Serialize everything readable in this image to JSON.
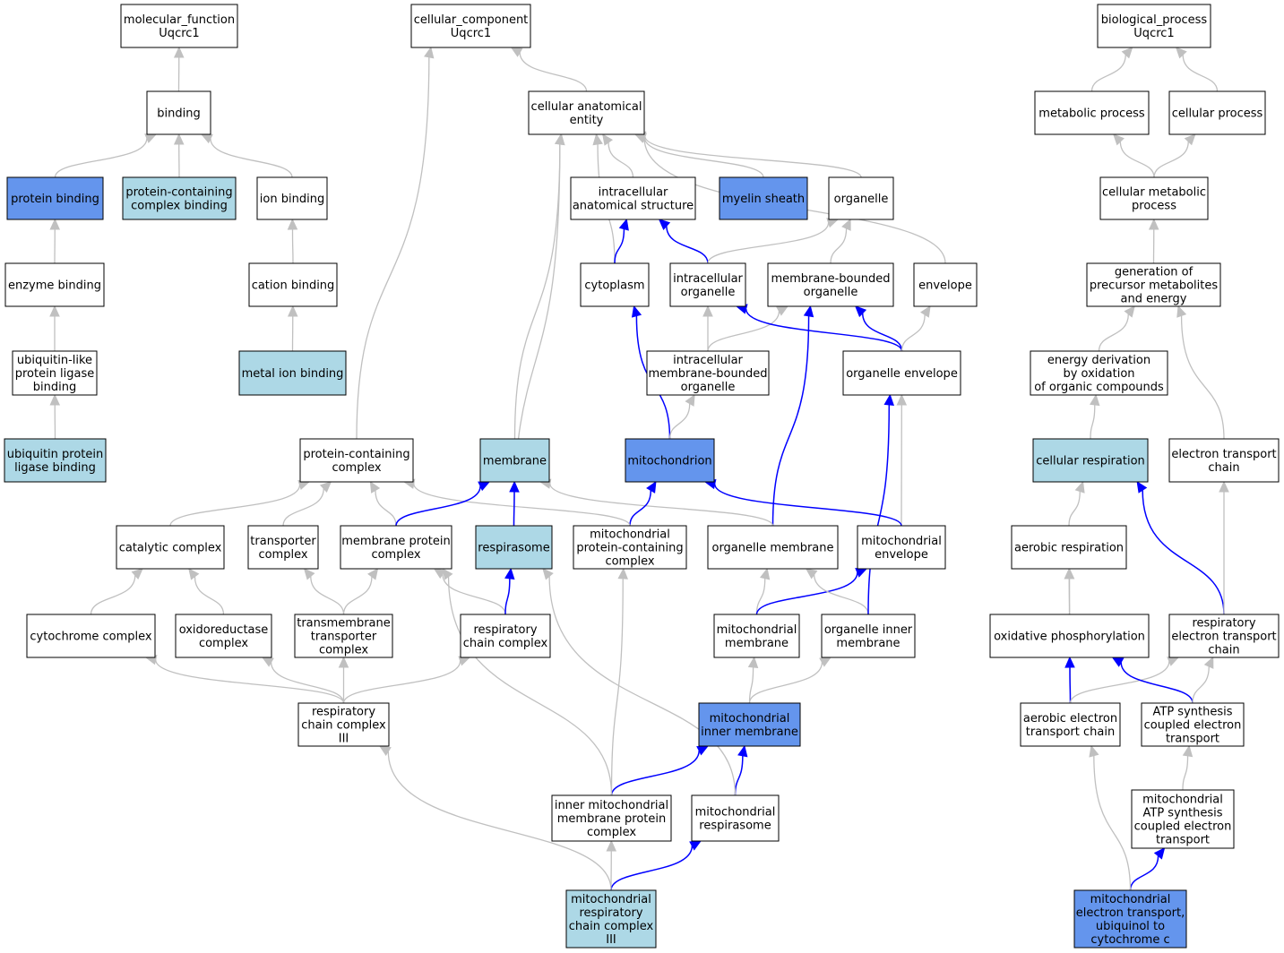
{
  "colors": {
    "plain": "#ffffff",
    "light": "#add8e6",
    "dark": "#6495ed",
    "edge_gray": "#c0c0c0",
    "edge_blue": "#0000ff"
  },
  "nodes": [
    {
      "id": "molecular_function",
      "lines": [
        "molecular_function",
        "Uqcrc1"
      ],
      "fill": "plain"
    },
    {
      "id": "binding",
      "lines": [
        "binding"
      ],
      "fill": "plain"
    },
    {
      "id": "protein_binding",
      "lines": [
        "protein binding"
      ],
      "fill": "dark"
    },
    {
      "id": "protein_containing_complex_binding",
      "lines": [
        "protein-containing",
        "complex binding"
      ],
      "fill": "light"
    },
    {
      "id": "ion_binding",
      "lines": [
        "ion binding"
      ],
      "fill": "plain"
    },
    {
      "id": "enzyme_binding",
      "lines": [
        "enzyme binding"
      ],
      "fill": "plain"
    },
    {
      "id": "cation_binding",
      "lines": [
        "cation binding"
      ],
      "fill": "plain"
    },
    {
      "id": "ubiquitin_like_protein_ligase_binding",
      "lines": [
        "ubiquitin-like",
        "protein ligase",
        "binding"
      ],
      "fill": "plain"
    },
    {
      "id": "metal_ion_binding",
      "lines": [
        "metal ion binding"
      ],
      "fill": "light"
    },
    {
      "id": "ubiquitin_protein_ligase_binding",
      "lines": [
        "ubiquitin protein",
        "ligase binding"
      ],
      "fill": "light"
    },
    {
      "id": "cellular_component",
      "lines": [
        "cellular_component",
        "Uqcrc1"
      ],
      "fill": "plain"
    },
    {
      "id": "cellular_anatomical_entity",
      "lines": [
        "cellular anatomical",
        "entity"
      ],
      "fill": "plain"
    },
    {
      "id": "intracellular_anatomical_structure",
      "lines": [
        "intracellular",
        "anatomical structure"
      ],
      "fill": "plain"
    },
    {
      "id": "myelin_sheath",
      "lines": [
        "myelin sheath"
      ],
      "fill": "dark"
    },
    {
      "id": "organelle",
      "lines": [
        "organelle"
      ],
      "fill": "plain"
    },
    {
      "id": "cytoplasm",
      "lines": [
        "cytoplasm"
      ],
      "fill": "plain"
    },
    {
      "id": "intracellular_organelle",
      "lines": [
        "intracellular",
        "organelle"
      ],
      "fill": "plain"
    },
    {
      "id": "membrane_bounded_organelle",
      "lines": [
        "membrane-bounded",
        "organelle"
      ],
      "fill": "plain"
    },
    {
      "id": "envelope",
      "lines": [
        "envelope"
      ],
      "fill": "plain"
    },
    {
      "id": "intracellular_membrane_bounded_organelle",
      "lines": [
        "intracellular",
        "membrane-bounded",
        "organelle"
      ],
      "fill": "plain"
    },
    {
      "id": "organelle_envelope",
      "lines": [
        "organelle envelope"
      ],
      "fill": "plain"
    },
    {
      "id": "protein_containing_complex",
      "lines": [
        "protein-containing",
        "complex"
      ],
      "fill": "plain"
    },
    {
      "id": "membrane",
      "lines": [
        "membrane"
      ],
      "fill": "light"
    },
    {
      "id": "mitochondrion",
      "lines": [
        "mitochondrion"
      ],
      "fill": "dark"
    },
    {
      "id": "catalytic_complex",
      "lines": [
        "catalytic complex"
      ],
      "fill": "plain"
    },
    {
      "id": "transporter_complex",
      "lines": [
        "transporter",
        "complex"
      ],
      "fill": "plain"
    },
    {
      "id": "membrane_protein_complex",
      "lines": [
        "membrane protein",
        "complex"
      ],
      "fill": "plain"
    },
    {
      "id": "respirasome",
      "lines": [
        "respirasome"
      ],
      "fill": "light"
    },
    {
      "id": "mitochondrial_protein_containing_complex",
      "lines": [
        "mitochondrial",
        "protein-containing",
        "complex"
      ],
      "fill": "plain"
    },
    {
      "id": "organelle_membrane",
      "lines": [
        "organelle membrane"
      ],
      "fill": "plain"
    },
    {
      "id": "mitochondrial_envelope",
      "lines": [
        "mitochondrial",
        "envelope"
      ],
      "fill": "plain"
    },
    {
      "id": "cytochrome_complex",
      "lines": [
        "cytochrome complex"
      ],
      "fill": "plain"
    },
    {
      "id": "oxidoreductase_complex",
      "lines": [
        "oxidoreductase",
        "complex"
      ],
      "fill": "plain"
    },
    {
      "id": "transmembrane_transporter_complex",
      "lines": [
        "transmembrane",
        "transporter",
        "complex"
      ],
      "fill": "plain"
    },
    {
      "id": "respiratory_chain_complex",
      "lines": [
        "respiratory",
        "chain complex"
      ],
      "fill": "plain"
    },
    {
      "id": "mitochondrial_membrane",
      "lines": [
        "mitochondrial",
        "membrane"
      ],
      "fill": "plain"
    },
    {
      "id": "organelle_inner_membrane",
      "lines": [
        "organelle inner",
        "membrane"
      ],
      "fill": "plain"
    },
    {
      "id": "respiratory_chain_complex_iii",
      "lines": [
        "respiratory",
        "chain complex",
        "III"
      ],
      "fill": "plain"
    },
    {
      "id": "mitochondrial_inner_membrane",
      "lines": [
        "mitochondrial",
        "inner membrane"
      ],
      "fill": "dark"
    },
    {
      "id": "inner_mitochondrial_membrane_protein_complex",
      "lines": [
        "inner mitochondrial",
        "membrane protein",
        "complex"
      ],
      "fill": "plain"
    },
    {
      "id": "mitochondrial_respirasome",
      "lines": [
        "mitochondrial",
        "respirasome"
      ],
      "fill": "plain"
    },
    {
      "id": "mitochondrial_respiratory_chain_complex_iii",
      "lines": [
        "mitochondrial",
        "respiratory",
        "chain complex",
        "III"
      ],
      "fill": "light"
    },
    {
      "id": "biological_process",
      "lines": [
        "biological_process",
        "Uqcrc1"
      ],
      "fill": "plain"
    },
    {
      "id": "metabolic_process",
      "lines": [
        "metabolic process"
      ],
      "fill": "plain"
    },
    {
      "id": "cellular_process",
      "lines": [
        "cellular process"
      ],
      "fill": "plain"
    },
    {
      "id": "cellular_metabolic_process",
      "lines": [
        "cellular metabolic",
        "process"
      ],
      "fill": "plain"
    },
    {
      "id": "generation_of_precursor_metabolites_and_energy",
      "lines": [
        "generation of",
        "precursor metabolites",
        "and energy"
      ],
      "fill": "plain"
    },
    {
      "id": "energy_derivation_by_oxidation",
      "lines": [
        "energy derivation",
        "by oxidation",
        "of organic compounds"
      ],
      "fill": "plain"
    },
    {
      "id": "cellular_respiration",
      "lines": [
        "cellular respiration"
      ],
      "fill": "light"
    },
    {
      "id": "electron_transport_chain",
      "lines": [
        "electron transport",
        "chain"
      ],
      "fill": "plain"
    },
    {
      "id": "aerobic_respiration",
      "lines": [
        "aerobic respiration"
      ],
      "fill": "plain"
    },
    {
      "id": "oxidative_phosphorylation",
      "lines": [
        "oxidative phosphorylation"
      ],
      "fill": "plain"
    },
    {
      "id": "respiratory_electron_transport_chain",
      "lines": [
        "respiratory",
        "electron transport",
        "chain"
      ],
      "fill": "plain"
    },
    {
      "id": "aerobic_electron_transport_chain",
      "lines": [
        "aerobic electron",
        "transport chain"
      ],
      "fill": "plain"
    },
    {
      "id": "atp_synthesis_coupled_electron_transport",
      "lines": [
        "ATP synthesis",
        "coupled electron",
        "transport"
      ],
      "fill": "plain"
    },
    {
      "id": "mitochondrial_atp_synthesis_coupled_electron_transport",
      "lines": [
        "mitochondrial",
        "ATP synthesis",
        "coupled electron",
        "transport"
      ],
      "fill": "plain"
    },
    {
      "id": "mitochondrial_electron_transport_ubiquinol_to_cytochrome_c",
      "lines": [
        "mitochondrial",
        "electron transport,",
        "ubiquinol to",
        "cytochrome c"
      ],
      "fill": "dark"
    }
  ],
  "edges": [
    [
      "binding",
      "molecular_function",
      "gray"
    ],
    [
      "protein_binding",
      "binding",
      "gray"
    ],
    [
      "protein_containing_complex_binding",
      "binding",
      "gray"
    ],
    [
      "ion_binding",
      "binding",
      "gray"
    ],
    [
      "enzyme_binding",
      "protein_binding",
      "gray"
    ],
    [
      "cation_binding",
      "ion_binding",
      "gray"
    ],
    [
      "ubiquitin_like_protein_ligase_binding",
      "enzyme_binding",
      "gray"
    ],
    [
      "metal_ion_binding",
      "cation_binding",
      "gray"
    ],
    [
      "ubiquitin_protein_ligase_binding",
      "ubiquitin_like_protein_ligase_binding",
      "gray"
    ],
    [
      "cellular_anatomical_entity",
      "cellular_component",
      "gray"
    ],
    [
      "protein_containing_complex",
      "cellular_component",
      "gray"
    ],
    [
      "intracellular_anatomical_structure",
      "cellular_anatomical_entity",
      "gray"
    ],
    [
      "myelin_sheath",
      "cellular_anatomical_entity",
      "gray"
    ],
    [
      "organelle",
      "cellular_anatomical_entity",
      "gray"
    ],
    [
      "cytoplasm",
      "cellular_anatomical_entity",
      "gray"
    ],
    [
      "envelope",
      "cellular_anatomical_entity",
      "gray"
    ],
    [
      "membrane",
      "cellular_anatomical_entity",
      "gray"
    ],
    [
      "respirasome",
      "cellular_anatomical_entity",
      "gray"
    ],
    [
      "cytoplasm",
      "intracellular_anatomical_structure",
      "blue"
    ],
    [
      "intracellular_organelle",
      "intracellular_anatomical_structure",
      "blue"
    ],
    [
      "intracellular_organelle",
      "organelle",
      "gray"
    ],
    [
      "membrane_bounded_organelle",
      "organelle",
      "gray"
    ],
    [
      "intracellular_membrane_bounded_organelle",
      "intracellular_organelle",
      "gray"
    ],
    [
      "intracellular_membrane_bounded_organelle",
      "membrane_bounded_organelle",
      "gray"
    ],
    [
      "organelle_envelope",
      "intracellular_organelle",
      "blue"
    ],
    [
      "organelle_envelope",
      "membrane_bounded_organelle",
      "blue"
    ],
    [
      "organelle_envelope",
      "envelope",
      "gray"
    ],
    [
      "mitochondrion",
      "cytoplasm",
      "blue"
    ],
    [
      "mitochondrion",
      "intracellular_membrane_bounded_organelle",
      "gray"
    ],
    [
      "organelle_membrane",
      "membrane_bounded_organelle",
      "blue"
    ],
    [
      "organelle_membrane",
      "membrane",
      "gray"
    ],
    [
      "mitochondrial_envelope",
      "organelle_envelope",
      "gray"
    ],
    [
      "mitochondrial_envelope",
      "mitochondrion",
      "blue"
    ],
    [
      "mitochondrial_protein_containing_complex",
      "mitochondrion",
      "blue"
    ],
    [
      "mitochondrial_protein_containing_complex",
      "protein_containing_complex",
      "gray"
    ],
    [
      "catalytic_complex",
      "protein_containing_complex",
      "gray"
    ],
    [
      "transporter_complex",
      "protein_containing_complex",
      "gray"
    ],
    [
      "membrane_protein_complex",
      "protein_containing_complex",
      "gray"
    ],
    [
      "membrane_protein_complex",
      "membrane",
      "blue"
    ],
    [
      "respirasome",
      "membrane",
      "blue"
    ],
    [
      "cytochrome_complex",
      "catalytic_complex",
      "gray"
    ],
    [
      "oxidoreductase_complex",
      "catalytic_complex",
      "gray"
    ],
    [
      "transmembrane_transporter_complex",
      "transporter_complex",
      "gray"
    ],
    [
      "transmembrane_transporter_complex",
      "membrane_protein_complex",
      "gray"
    ],
    [
      "respiratory_chain_complex",
      "membrane_protein_complex",
      "gray"
    ],
    [
      "respiratory_chain_complex",
      "respirasome",
      "blue"
    ],
    [
      "mitochondrial_membrane",
      "organelle_membrane",
      "gray"
    ],
    [
      "mitochondrial_membrane",
      "mitochondrial_envelope",
      "blue"
    ],
    [
      "organelle_inner_membrane",
      "organelle_membrane",
      "gray"
    ],
    [
      "organelle_inner_membrane",
      "organelle_envelope",
      "blue"
    ],
    [
      "respiratory_chain_complex_iii",
      "cytochrome_complex",
      "gray"
    ],
    [
      "respiratory_chain_complex_iii",
      "oxidoreductase_complex",
      "gray"
    ],
    [
      "respiratory_chain_complex_iii",
      "transmembrane_transporter_complex",
      "gray"
    ],
    [
      "respiratory_chain_complex_iii",
      "respiratory_chain_complex",
      "gray"
    ],
    [
      "mitochondrial_inner_membrane",
      "mitochondrial_membrane",
      "gray"
    ],
    [
      "mitochondrial_inner_membrane",
      "organelle_inner_membrane",
      "gray"
    ],
    [
      "inner_mitochondrial_membrane_protein_complex",
      "mitochondrial_inner_membrane",
      "blue"
    ],
    [
      "inner_mitochondrial_membrane_protein_complex",
      "membrane_protein_complex",
      "gray"
    ],
    [
      "inner_mitochondrial_membrane_protein_complex",
      "mitochondrial_protein_containing_complex",
      "gray"
    ],
    [
      "mitochondrial_respirasome",
      "mitochondrial_inner_membrane",
      "blue"
    ],
    [
      "mitochondrial_respirasome",
      "respirasome",
      "gray"
    ],
    [
      "mitochondrial_respiratory_chain_complex_iii",
      "inner_mitochondrial_membrane_protein_complex",
      "gray"
    ],
    [
      "mitochondrial_respiratory_chain_complex_iii",
      "mitochondrial_respirasome",
      "blue"
    ],
    [
      "mitochondrial_respiratory_chain_complex_iii",
      "respiratory_chain_complex_iii",
      "gray"
    ],
    [
      "metabolic_process",
      "biological_process",
      "gray"
    ],
    [
      "cellular_process",
      "biological_process",
      "gray"
    ],
    [
      "cellular_metabolic_process",
      "metabolic_process",
      "gray"
    ],
    [
      "cellular_metabolic_process",
      "cellular_process",
      "gray"
    ],
    [
      "generation_of_precursor_metabolites_and_energy",
      "cellular_metabolic_process",
      "gray"
    ],
    [
      "energy_derivation_by_oxidation",
      "generation_of_precursor_metabolites_and_energy",
      "gray"
    ],
    [
      "electron_transport_chain",
      "generation_of_precursor_metabolites_and_energy",
      "gray"
    ],
    [
      "cellular_respiration",
      "energy_derivation_by_oxidation",
      "gray"
    ],
    [
      "aerobic_respiration",
      "cellular_respiration",
      "gray"
    ],
    [
      "respiratory_electron_transport_chain",
      "cellular_respiration",
      "blue"
    ],
    [
      "respiratory_electron_transport_chain",
      "electron_transport_chain",
      "gray"
    ],
    [
      "oxidative_phosphorylation",
      "aerobic_respiration",
      "gray"
    ],
    [
      "aerobic_electron_transport_chain",
      "aerobic_respiration",
      "gray"
    ],
    [
      "aerobic_electron_transport_chain",
      "oxidative_phosphorylation",
      "blue"
    ],
    [
      "aerobic_electron_transport_chain",
      "respiratory_electron_transport_chain",
      "gray"
    ],
    [
      "atp_synthesis_coupled_electron_transport",
      "oxidative_phosphorylation",
      "blue"
    ],
    [
      "atp_synthesis_coupled_electron_transport",
      "respiratory_electron_transport_chain",
      "gray"
    ],
    [
      "mitochondrial_atp_synthesis_coupled_electron_transport",
      "atp_synthesis_coupled_electron_transport",
      "gray"
    ],
    [
      "mitochondrial_electron_transport_ubiquinol_to_cytochrome_c",
      "mitochondrial_atp_synthesis_coupled_electron_transport",
      "blue"
    ],
    [
      "mitochondrial_electron_transport_ubiquinol_to_cytochrome_c",
      "aerobic_electron_transport_chain",
      "gray"
    ]
  ]
}
